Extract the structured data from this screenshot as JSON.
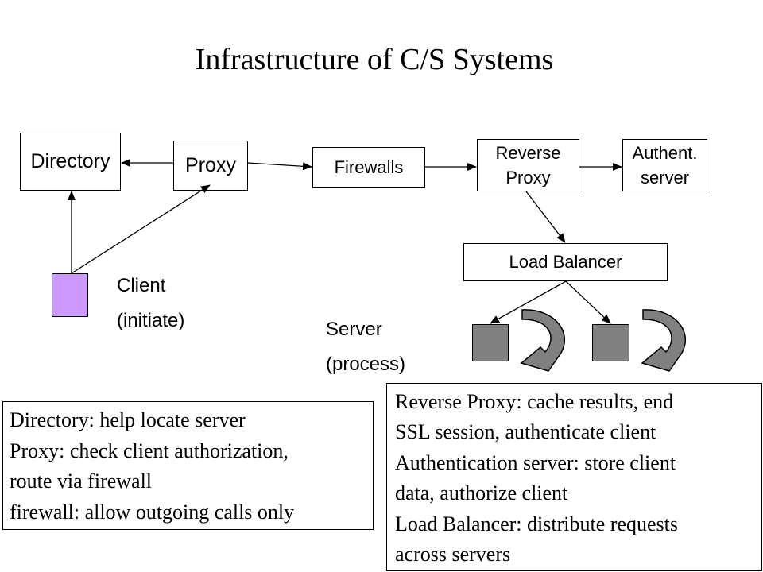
{
  "title": "Infrastructure of C/S Systems",
  "nodes": {
    "directory": "Directory",
    "proxy": "Proxy",
    "firewalls": "Firewalls",
    "reverse_proxy": [
      "Reverse",
      "Proxy"
    ],
    "authent_server": [
      "Authent.",
      "server"
    ],
    "load_balancer": "Load Balancer"
  },
  "labels": {
    "client": [
      "Client",
      "(initiate)"
    ],
    "server": [
      "Server",
      "(process)"
    ]
  },
  "notes": {
    "left": [
      "Directory: help locate server",
      "Proxy: check client authorization,",
      "route via firewall",
      "firewall: allow outgoing calls only"
    ],
    "right": [
      "Reverse Proxy: cache results, end",
      "SSL session, authenticate client",
      "Authentication server: store client",
      "data, authorize client",
      "Load Balancer: distribute requests",
      "across servers"
    ]
  },
  "colors": {
    "client": "#cc99ff",
    "server": "#808080",
    "cycle_arrow": "#808080",
    "lines": "#000000"
  },
  "icons": {
    "server_cycle": "curved-arrow-icon"
  }
}
